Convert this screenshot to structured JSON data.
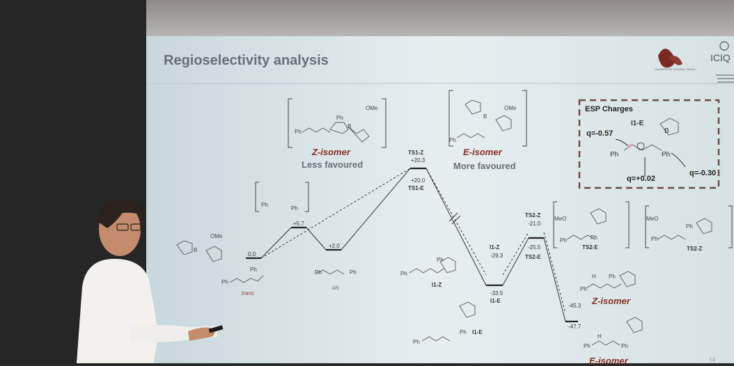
{
  "slide": {
    "title": "Regioselectivity analysis",
    "logo_caption": "UNIVERSITAT ROVIRA I VIRGILI",
    "logo_right": "ICIQ",
    "page_number": "14"
  },
  "isomers": {
    "z_title": "Z-isomer",
    "z_sub": "Less favoured",
    "e_title": "E-isomer",
    "e_sub": "More favoured"
  },
  "esp": {
    "title": "ESP Charges",
    "label": "I1-E",
    "q1": "q=-0.57",
    "q2": "q=+0.02",
    "q3": "q=-0.30"
  },
  "profile": {
    "ts1_z": "TS1-Z",
    "ts1_z_value": "+20.3",
    "ts1_e_value": "+20.0",
    "ts1_e": "TS1-E",
    "start_value": "0.0",
    "ts_rot_value": "+5.7",
    "cis_value": "+2.0",
    "cis_label": "cis",
    "trans_label": "trans",
    "i1_z": "I1-Z",
    "i1_z_value": "-29.3",
    "i1_e_value": "-33.5",
    "i1_e": "I1-E",
    "ts2_z": "TS2-Z",
    "ts2_z_value": "-21.0",
    "ts2_e_value": "-25.5",
    "ts2_e": "TS2-E",
    "prod_z_value": "-45.3",
    "prod_e_value": "-47.7",
    "z_isomer": "Z-isomer",
    "e_isomer": "E-isomer"
  },
  "molecules": {
    "ph": "Ph",
    "ome": "OMe",
    "meo": "MeO",
    "b": "B",
    "o": "O",
    "h": "H",
    "ts2e_label": "TS2-E",
    "ts2z_label": "TS2-Z",
    "i1z_label": "I1-Z",
    "i1e_label": "I1-E"
  }
}
